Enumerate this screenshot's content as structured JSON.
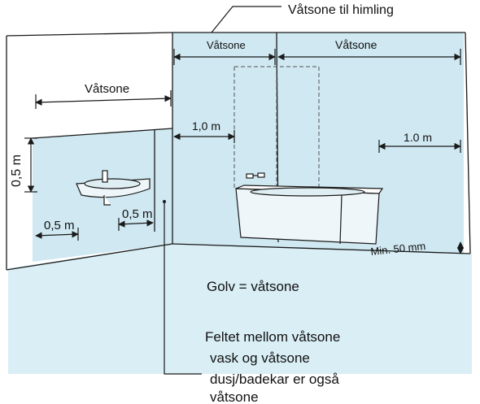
{
  "colors": {
    "wet_zone": "#cfe8f1",
    "floor": "#d9eef5",
    "line": "#1a1a1a"
  },
  "labels": {
    "ceiling": "Våtsone til himling",
    "zone_left": "Våtsone",
    "zone_mid": "Våtsone",
    "zone_right": "Våtsone",
    "dim_shower": "1,0 m",
    "dim_tub": "1.0 m",
    "dim_height": "0,5 m",
    "dim_sink_left": "0,5 m",
    "dim_sink_right": "0,5 m",
    "min_height": "Min. 50 mm",
    "floor": "Golv = våtsone",
    "note": [
      "Feltet mellom våtsone",
      "vask og våtsone",
      "dusj/badekar er også",
      "våtsone"
    ]
  }
}
